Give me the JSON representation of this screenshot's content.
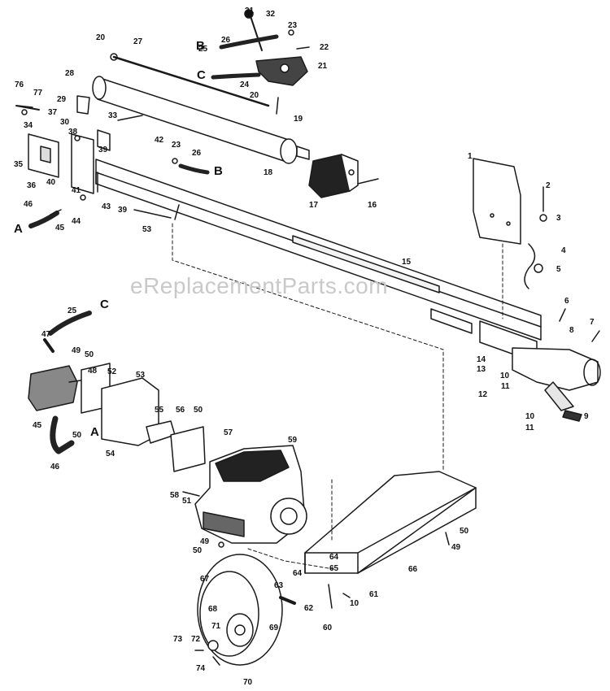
{
  "watermark": "eReplacementParts.com",
  "letters": [
    "A",
    "B",
    "C"
  ],
  "numbers": [
    "1",
    "2",
    "3",
    "4",
    "5",
    "6",
    "7",
    "8",
    "9",
    "10",
    "11",
    "12",
    "13",
    "14",
    "15",
    "16",
    "17",
    "18",
    "19",
    "20",
    "21",
    "22",
    "23",
    "24",
    "25",
    "26",
    "27",
    "28",
    "29",
    "30",
    "31",
    "32",
    "33",
    "34",
    "35",
    "36",
    "37",
    "38",
    "39",
    "40",
    "41",
    "42",
    "43",
    "44",
    "45",
    "46",
    "47",
    "48",
    "49",
    "50",
    "51",
    "52",
    "53",
    "54",
    "55",
    "56",
    "57",
    "58",
    "59",
    "60",
    "61",
    "62",
    "63",
    "64",
    "65",
    "66",
    "67",
    "68",
    "69",
    "70",
    "71",
    "72",
    "73",
    "74",
    "76",
    "77"
  ]
}
